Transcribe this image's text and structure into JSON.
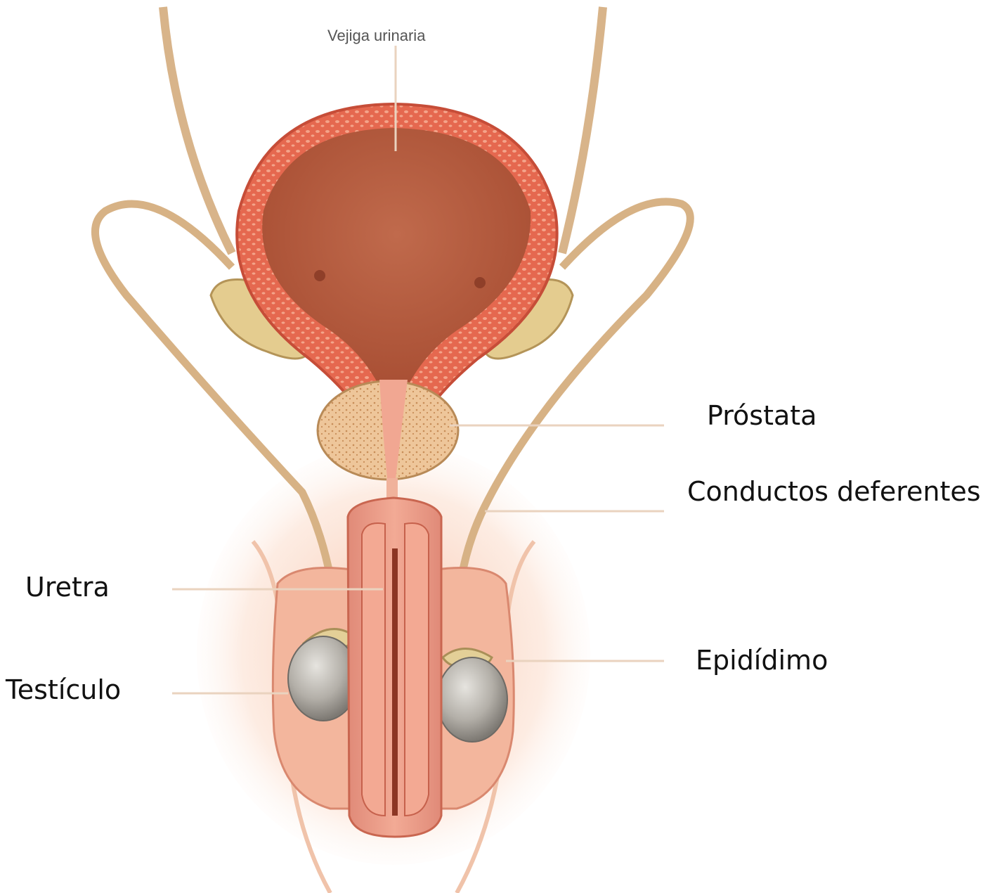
{
  "diagram": {
    "labels": {
      "vejiga": "Vejiga urinaria",
      "prostata": "Próstata",
      "conductos": "Conductos deferentes",
      "uretra": "Uretra",
      "epididimo": "Epidídimo",
      "testiculo": "Testículo"
    },
    "colors": {
      "tissue_pink": "#e8806a",
      "bladder_interior": "#b5583d",
      "bladder_wall": "#e0644e",
      "gland_yellow": "#e6c98c",
      "duct_tan": "#d9b98a",
      "testis_grey": "#b8b4ae",
      "skin": "#f1b79a",
      "leader_line": "#e8c9a8"
    }
  }
}
